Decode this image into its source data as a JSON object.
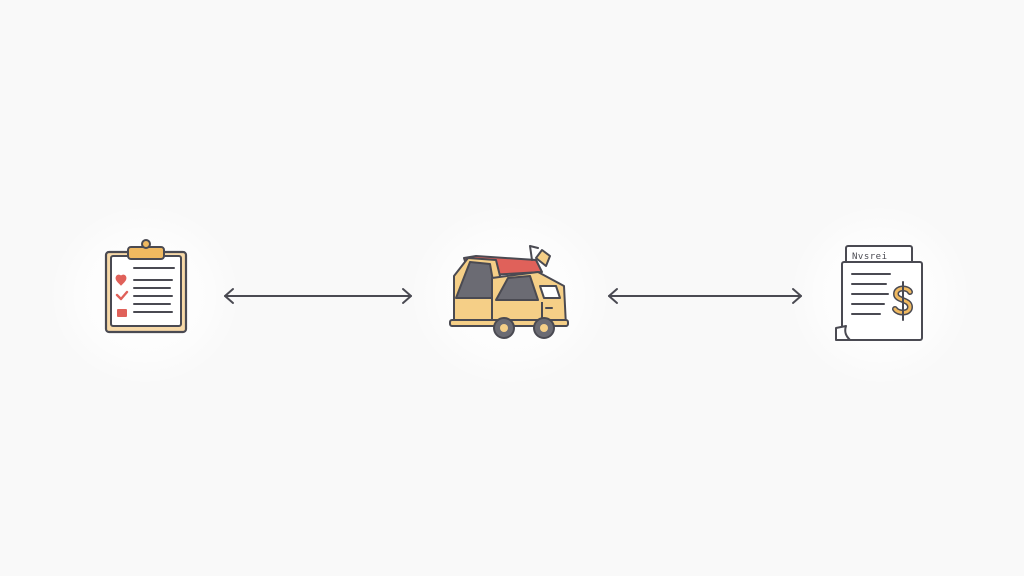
{
  "diagram": {
    "background": "#f9f9f9",
    "stroke_color": "#4a4a52",
    "nodes": [
      {
        "id": "checklist",
        "icon": "clipboard-checklist-icon",
        "colors": {
          "board": "#f7d9a8",
          "clip": "#f0b960",
          "heart": "#e0615a",
          "check": "#e0615a"
        }
      },
      {
        "id": "delivery",
        "icon": "delivery-truck-icon",
        "colors": {
          "body": "#f5cf87",
          "roof": "#e0615a",
          "window": "#6b6b73"
        }
      },
      {
        "id": "invoice",
        "icon": "invoice-dollar-icon",
        "header_text": "Nvsrei",
        "colors": {
          "paper": "#ffffff",
          "dollar": "#f0b960"
        }
      }
    ],
    "connectors": [
      {
        "from": "checklist",
        "to": "delivery",
        "type": "bidirectional-arrow"
      },
      {
        "from": "delivery",
        "to": "invoice",
        "type": "bidirectional-arrow"
      }
    ]
  }
}
